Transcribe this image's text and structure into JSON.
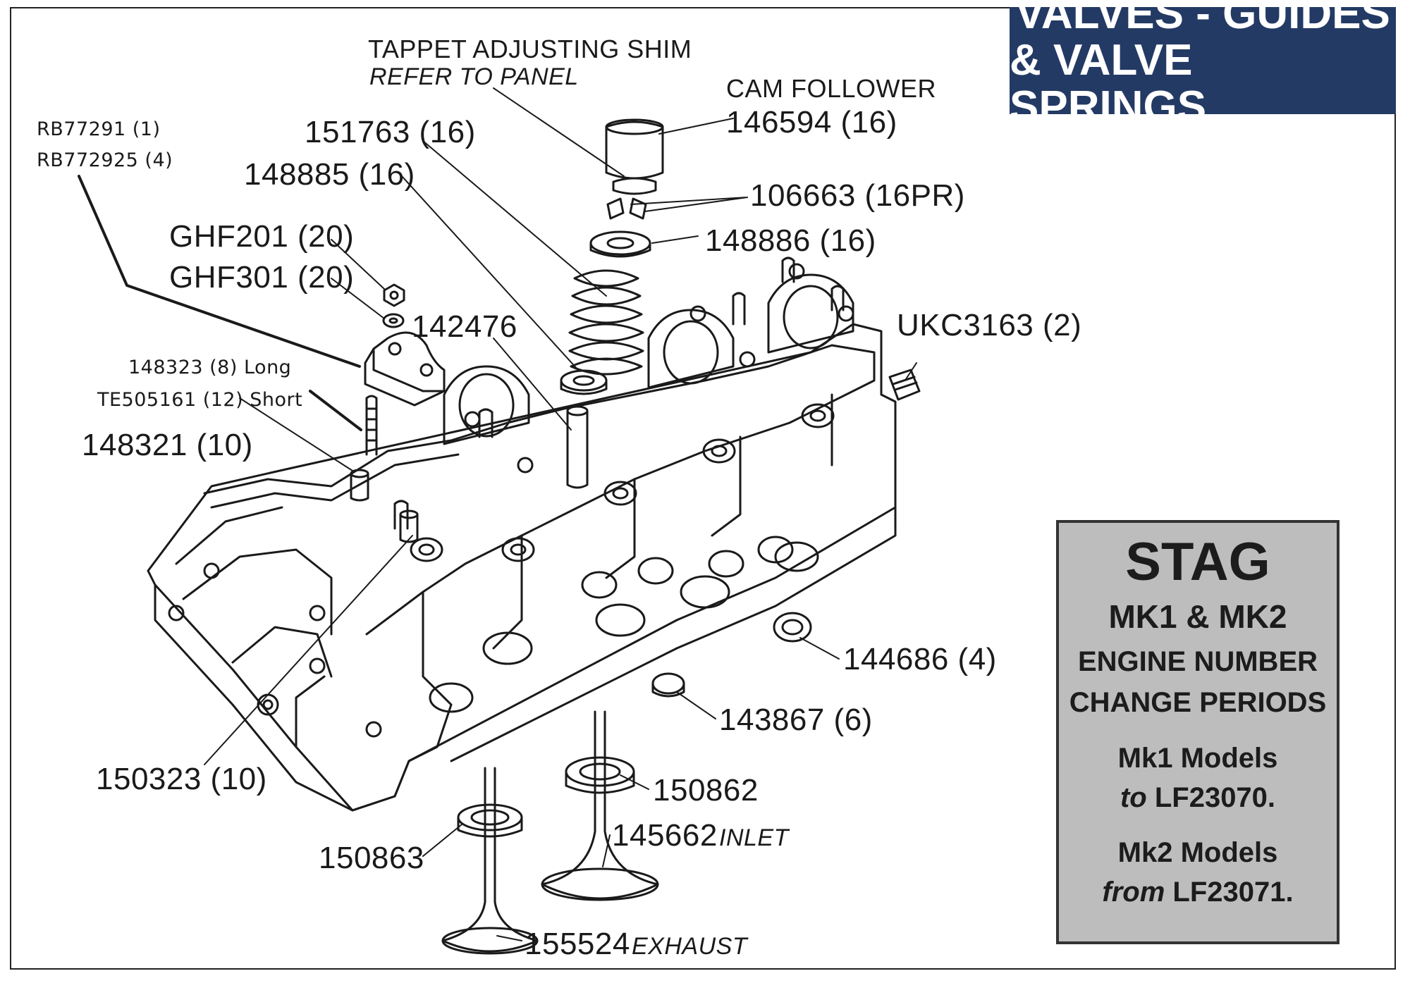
{
  "title": {
    "line1": "VALVES - GUIDES",
    "line2": "& VALVE SPRINGS"
  },
  "labels": {
    "tappet_shim": "TAPPET ADJUSTING SHIM",
    "tappet_shim_note": "REFER TO PANEL",
    "cam_follower": "CAM FOLLOWER",
    "cam_follower_part": "146594 (16)",
    "p151763": "151763 (16)",
    "p148885": "148885 (16)",
    "p106663": "106663 (16PR)",
    "p148886": "148886 (16)",
    "ghf201": "GHF201 (20)",
    "ghf301": "GHF301 (20)",
    "p142476": "142476",
    "ukc3163": "UKC3163 (2)",
    "rb77291": "RB77291 (1)",
    "rb772925": "RB772925 (4)",
    "p148323": "148323 (8) Long",
    "te505161": "TE505161 (12) Short",
    "p148321": "148321 (10)",
    "p144686": "144686 (4)",
    "p143867": "143867 (6)",
    "p150323": "150323 (10)",
    "p150862": "150862",
    "p145662": "145662",
    "p145662_note": "INLET",
    "p150863": "150863",
    "p155524": "155524",
    "p155524_note": "EXHAUST"
  },
  "panel": {
    "title": "STAG",
    "models": "MK1 & MK2",
    "engine_line1": "ENGINE NUMBER",
    "engine_line2": "CHANGE PERIODS",
    "mk1_line1": "Mk1 Models",
    "mk1_prefix": "to",
    "mk1_number": "LF23070.",
    "mk2_line1": "Mk2 Models",
    "mk2_prefix": "from",
    "mk2_number": "LF23071."
  },
  "colors": {
    "banner": "#233a64",
    "panel": "#bdbdbd",
    "line": "#1a1a1a"
  }
}
